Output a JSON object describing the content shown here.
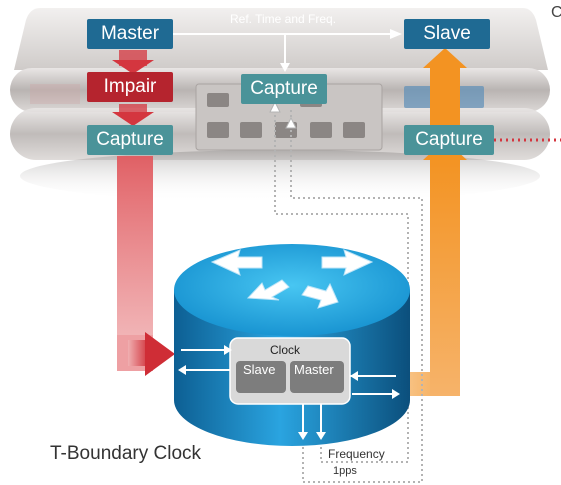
{
  "device": {
    "master": "Master",
    "slave": "Slave",
    "impair": "Impair",
    "capture_left": "Capture",
    "capture_center": "Capture",
    "capture_right": "Capture",
    "ref_label": "Ref. Time and Freq.",
    "edge_letter": "C"
  },
  "router": {
    "clock_label": "Clock",
    "slave_label": "Slave",
    "master_label": "Master",
    "name": "T-Boundary Clock"
  },
  "signals": {
    "frequency": "Frequency",
    "pps": "1pps"
  },
  "colors": {
    "master_blue": "#1f6a93",
    "impair_red": "#b5242e",
    "capture_teal": "#4a9399",
    "arrow_orange": "#f4931e",
    "arrow_red": "#d4363f",
    "router_blue": "#1a8cc9"
  }
}
